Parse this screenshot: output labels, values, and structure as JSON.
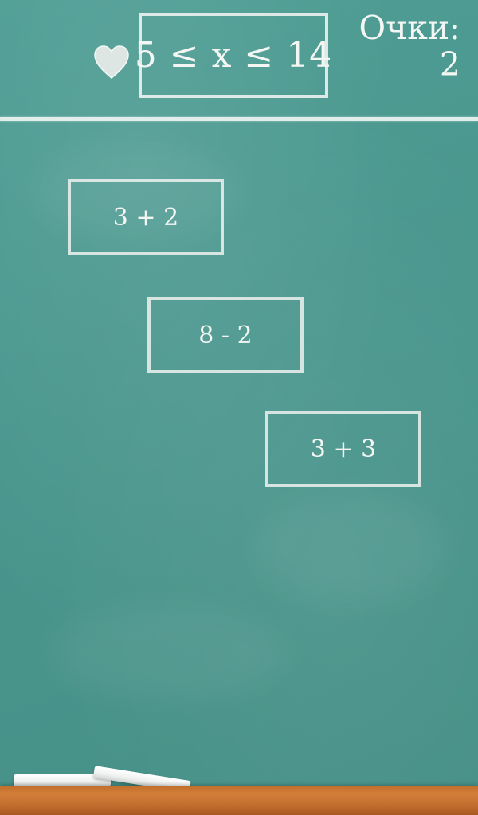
{
  "header": {
    "range_expression": "5 ≤ x ≤ 14",
    "score_label": "Очки:",
    "score_value": "2",
    "lives_icon": "heart-icon"
  },
  "answers": [
    {
      "expression": "3 + 2"
    },
    {
      "expression": "8 - 2"
    },
    {
      "expression": "3 + 3"
    }
  ],
  "colors": {
    "board": "#4a978e",
    "chalk": "#f4f6f4",
    "ledge": "#c57030"
  }
}
